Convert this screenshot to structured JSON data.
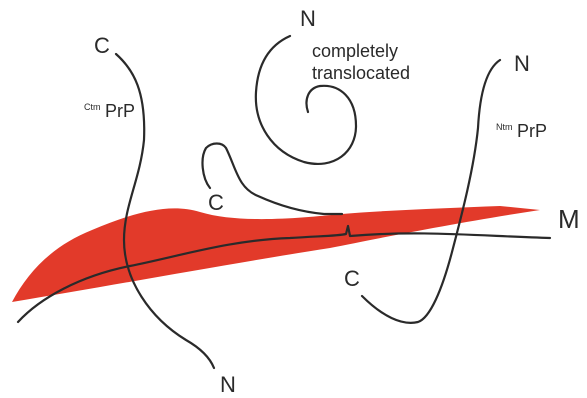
{
  "colors": {
    "membrane_fill": "#e23a2a",
    "line": "#2a2a2a",
    "background": "#ffffff"
  },
  "labels": {
    "ctm": {
      "superscript": "Ctm",
      "base": "PrP"
    },
    "ntm": {
      "superscript": "Ntm",
      "base": "PrP"
    },
    "translocated": {
      "line1": "completely",
      "line2": "translocated"
    },
    "membrane": "M",
    "ctm_top_terminus": "C",
    "ctm_bottom_terminus": "N",
    "translocated_top_terminus": "N",
    "translocated_bottom_terminus": "C",
    "ntm_top_terminus": "N",
    "ntm_bottom_terminus": "C"
  }
}
